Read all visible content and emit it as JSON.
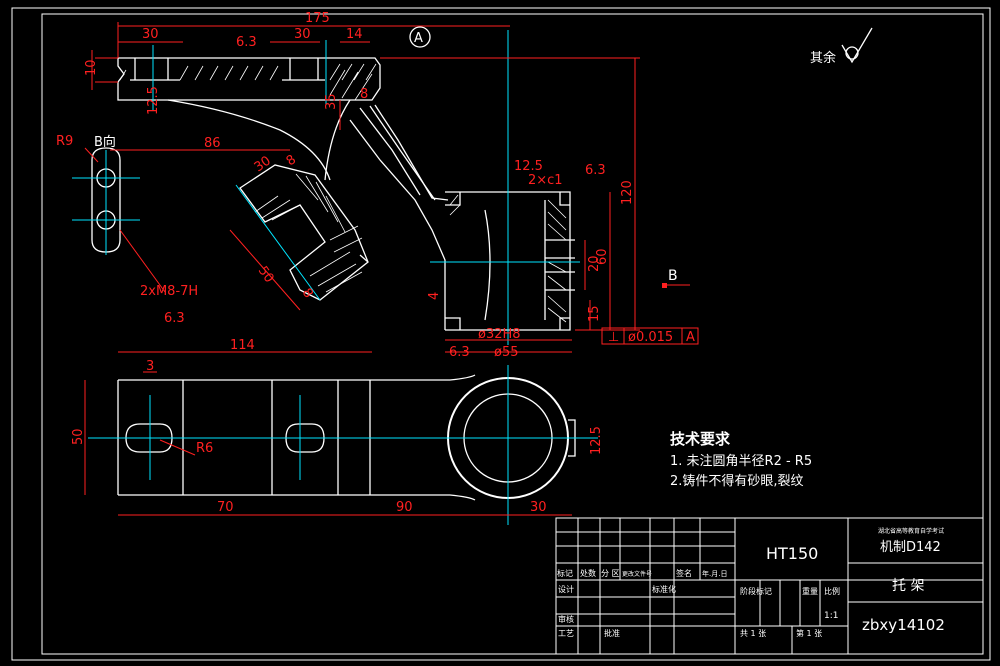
{
  "dimensions": {
    "d175": "175",
    "d30a": "30",
    "d30b": "30",
    "d14": "14",
    "d10": "10",
    "d12_5a": "12.5",
    "d6_3a": "6.3",
    "d35": "35",
    "d8a": "8",
    "d86": "86",
    "d30c": "30",
    "d8b": "8",
    "d50a": "50",
    "d8c": "8",
    "d12_5b": "12.5",
    "d2xc1": "2×c1",
    "d6_3b": "6.3",
    "d120": "120",
    "d60": "60",
    "d20": "20",
    "d15": "15",
    "d4": "4",
    "d32h8": "ø32H8",
    "d55": "ø55",
    "d6_3c": "6.3",
    "r9": "R9",
    "bview": "B向",
    "m8": "2xM8-7H",
    "d6_3d": "6.3",
    "d114": "114",
    "d3": "3",
    "d50b": "50",
    "r6": "R6",
    "d70": "70",
    "d90": "90",
    "d30d": "30",
    "d12_5c": "12.5",
    "section_b": "B",
    "datum_a": "A",
    "tol_symbol": "⊥",
    "tol_value": "ø0.015",
    "tol_datum": "A",
    "rest_rough": "其余"
  },
  "tech_req": {
    "title": "技术要求",
    "item1": "1. 未注圆角半径R2 - R5",
    "item2": "2.铸件不得有砂眼,裂纹"
  },
  "title_block": {
    "material": "HT150",
    "school": "湖北省高等教育自学考试",
    "class": "机制D142",
    "part_name": "托    架",
    "drawing_no": "zbxy14102",
    "h_mark": "标记",
    "h_count": "处数",
    "h_zone": "分 区",
    "h_doc": "更改文件号",
    "h_sign": "签名",
    "h_date": "年.月.日",
    "design": "设计",
    "standard": "标准化",
    "stage_mark": "阶段标记",
    "weight": "重量",
    "scale_label": "比例",
    "scale": "1:1",
    "review": "审核",
    "process": "工艺",
    "approve": "批准",
    "sheets": "共 1 张",
    "sheet_no": "第 1 张"
  }
}
